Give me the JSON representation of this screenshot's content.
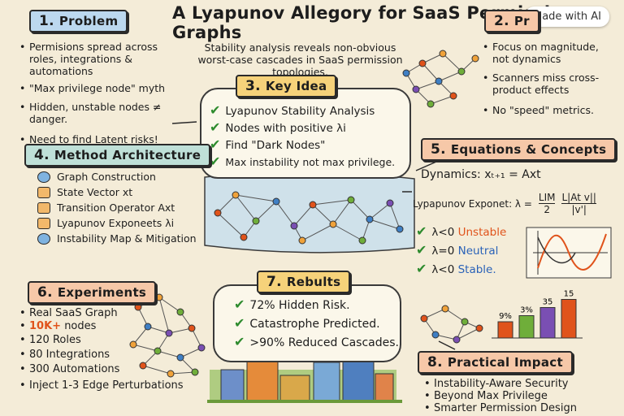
{
  "title": "A Lyapunov Allegory for SaaS Permission Graphs",
  "subtitle": "Stability analysis reveals non-obvious worst-case cascades in SaaS permission topologies.",
  "badge": "Made with AI",
  "problem": {
    "num": "1.",
    "heading": "Problem",
    "items": [
      "Permisions spread across roles, integrations & automations",
      "\"Max privilege node\" myth",
      "Hidden, unstable nodes ≠ danger.",
      "Need to find Latent risks!"
    ]
  },
  "prior": {
    "num": "2.",
    "heading": "Pr",
    "items": [
      "Focus on magnitude, not dynamics",
      "Scanners miss cross-product effects",
      "No \"speed\" metrics."
    ]
  },
  "key_idea": {
    "num": "3.",
    "heading": "Key Idea",
    "items": [
      "Lyapunov Stability Analysis",
      "Nodes with positive λi",
      "Find \"Dark Nodes\"",
      "Max instability not max privilege."
    ]
  },
  "method": {
    "num": "4.",
    "heading": "Method Architecture",
    "items": [
      "Graph Construction",
      "State Vector xt",
      "Transition Operator Axt",
      "Lyapunov Exponeets λi",
      "Instability Map & Mitigation"
    ]
  },
  "equations": {
    "num": "5.",
    "heading": "Equations & Concepts",
    "dynamics": "Dynamics: xₜ₊₁ = Axt",
    "lyap_prefix": "Lypapunov Exponet: λ =",
    "lim_top": "LIM",
    "lim_bottom": "2",
    "frac_top": "L|At v||",
    "frac_bottom": "|v'|",
    "cases": [
      {
        "expr": "λ<0",
        "label": "Unstable",
        "color": "#e0531b"
      },
      {
        "expr": "λ=0",
        "label": "Neutral",
        "color": "#2a62b8"
      },
      {
        "expr": "λ<0",
        "label": "Stable.",
        "color": "#2a62b8"
      }
    ]
  },
  "experiments": {
    "num": "6.",
    "heading": "Experiments",
    "items": [
      "Real SaaS Graph",
      "120 Roles",
      "80 Integrations",
      "300 Automations",
      "Inject 1-3 Edge Perturbations"
    ],
    "highlight_num": "10K+",
    "highlight_rest": " nodes"
  },
  "results": {
    "num": "7.",
    "heading": "Rebults",
    "items": [
      "72% Hidden Risk.",
      "Catastrophe Predicted.",
      ">90% Reduced Cascades."
    ]
  },
  "practical": {
    "num": "8.",
    "heading": "Practical Impact",
    "items": [
      "Instability-Aware Security",
      "Beyond Max Privilege",
      "Smarter Permission Design"
    ]
  },
  "bar_labels": [
    "9%",
    "3%",
    "35",
    "15"
  ],
  "bar_values": [
    0.4,
    0.55,
    0.75,
    0.95
  ],
  "colors": {
    "hdr_problem": "#bcd8ef",
    "hdr_prior": "#f6c8a8",
    "hdr_key": "#f6d27a",
    "hdr_method": "#bfe0d8",
    "hdr_eq": "#f6c8a8",
    "hdr_exp": "#f6c8a8",
    "hdr_results": "#f6d27a",
    "hdr_practical": "#f6c8a8",
    "check": "#2e8b2e",
    "highlight": "#e0531b"
  }
}
